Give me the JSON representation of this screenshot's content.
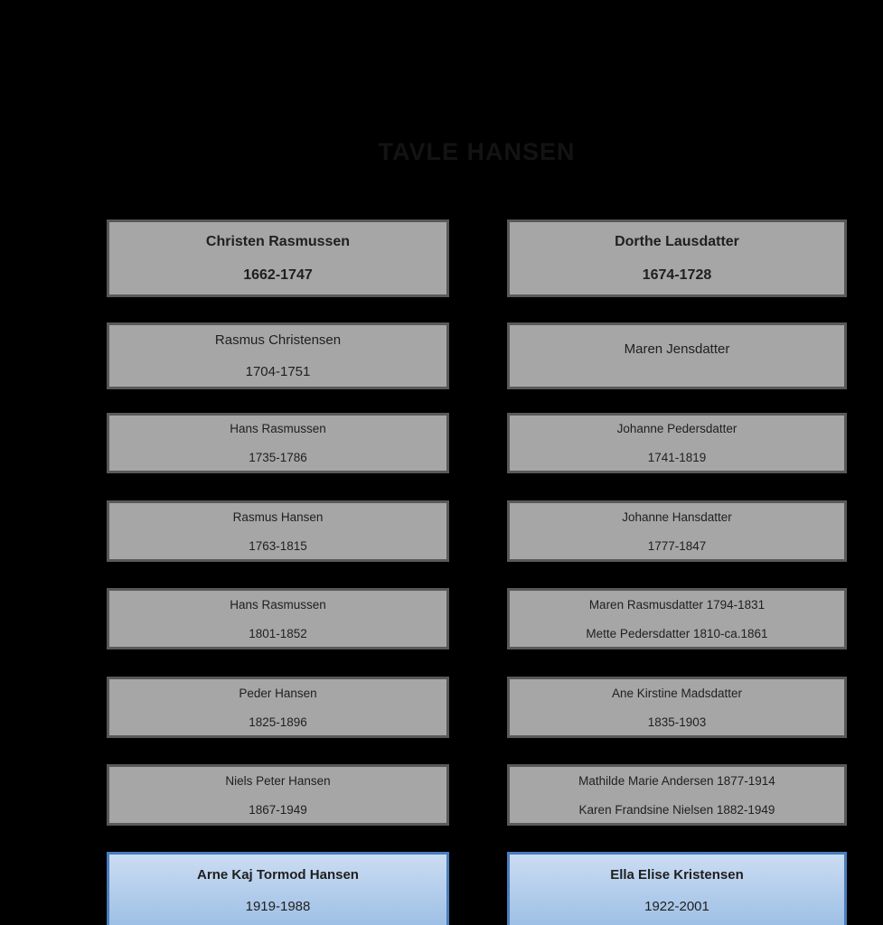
{
  "title": "TAVLE HANSEN",
  "colors": {
    "background": "#000000",
    "title_text": "#131313",
    "box_fill": "#a6a6a6",
    "box_border": "#595959",
    "box_text": "#1f1f1f",
    "highlight_fill_top": "#cbdcf2",
    "highlight_fill_bottom": "#9dbfe5",
    "highlight_border": "#4a7ebb"
  },
  "tree": {
    "rows": [
      {
        "left": {
          "line1": "Christen Rasmussen",
          "line2": "1662-1747"
        },
        "right": {
          "line1": "Dorthe Lausdatter",
          "line2": "1674-1728"
        }
      },
      {
        "left": {
          "line1": "Rasmus Christensen",
          "line2": "1704-1751"
        },
        "right": {
          "line1": "Maren Jensdatter",
          "line2": ""
        }
      },
      {
        "left": {
          "line1": "Hans Rasmussen",
          "line2": "1735-1786"
        },
        "right": {
          "line1": "Johanne Pedersdatter",
          "line2": "1741-1819"
        }
      },
      {
        "left": {
          "line1": "Rasmus Hansen",
          "line2": "1763-1815"
        },
        "right": {
          "line1": "Johanne Hansdatter",
          "line2": "1777-1847"
        }
      },
      {
        "left": {
          "line1": "Hans Rasmussen",
          "line2": "1801-1852"
        },
        "right": {
          "line1": "Maren Rasmusdatter 1794-1831",
          "line2": "Mette Pedersdatter 1810-ca.1861"
        }
      },
      {
        "left": {
          "line1": "Peder Hansen",
          "line2": "1825-1896"
        },
        "right": {
          "line1": "Ane Kirstine Madsdatter",
          "line2": "1835-1903"
        }
      },
      {
        "left": {
          "line1": "Niels Peter Hansen",
          "line2": "1867-1949"
        },
        "right": {
          "line1": "Mathilde Marie Andersen 1877-1914",
          "line2": "Karen Frandsine Nielsen 1882-1949"
        }
      },
      {
        "left": {
          "line1": "Arne Kaj Tormod Hansen",
          "line2": "1919-1988"
        },
        "right": {
          "line1": "Ella Elise Kristensen",
          "line2": "1922-2001"
        }
      }
    ]
  }
}
